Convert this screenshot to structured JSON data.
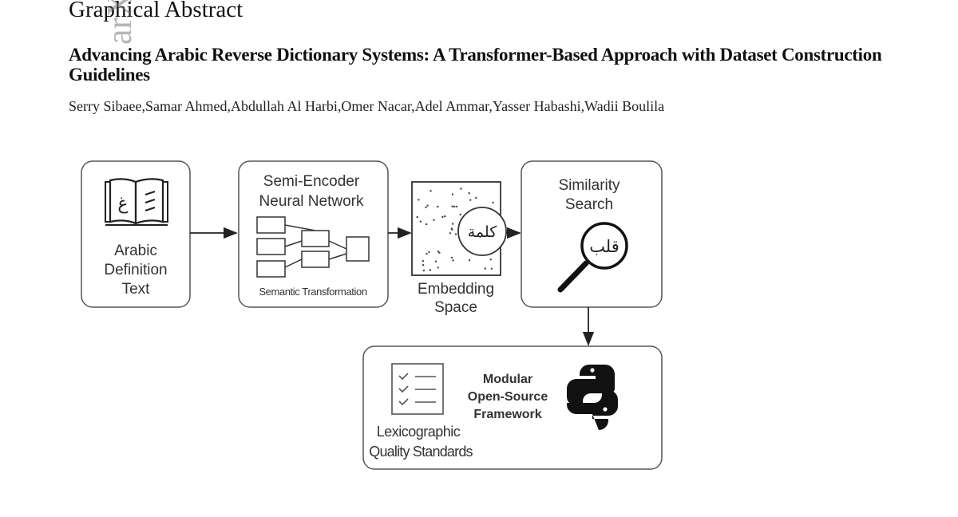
{
  "page": {
    "section_heading": "Graphical Abstract",
    "watermark": "arXiv",
    "title": "Advancing Arabic Reverse Dictionary Systems: A Transformer-Based Approach with Dataset Construction Guidelines",
    "authors": "Serry Sibaee,Samar Ahmed,Abdullah Al Harbi,Omer Nacar,Adel Ammar,Yasser Habashi,Wadii Boulila"
  },
  "diagram": {
    "box1": {
      "icon": "open-book-icon",
      "book_letter": "غ",
      "label_lines": [
        "Arabic",
        "Definition",
        "Text"
      ]
    },
    "box2": {
      "title_lines": [
        "Semi-Encoder",
        "Neural Network"
      ],
      "icon": "neural-network-icon",
      "caption": "Semantic Transformation"
    },
    "embedding": {
      "icon": "scatter-points-icon",
      "word": "كلمة",
      "label_lines": [
        "Embedding",
        "Space"
      ]
    },
    "box3": {
      "title_lines": [
        "Similarity",
        "Search"
      ],
      "icon": "magnifier-icon",
      "word": "قلب"
    },
    "box4": {
      "checklist_icon": "checklist-icon",
      "checklist_label_lines": [
        "Lexicographic",
        "Quality Standards"
      ],
      "framework_lines": [
        "Modular",
        "Open-Source",
        "Framework"
      ],
      "logo_icon": "python-logo-icon"
    }
  }
}
